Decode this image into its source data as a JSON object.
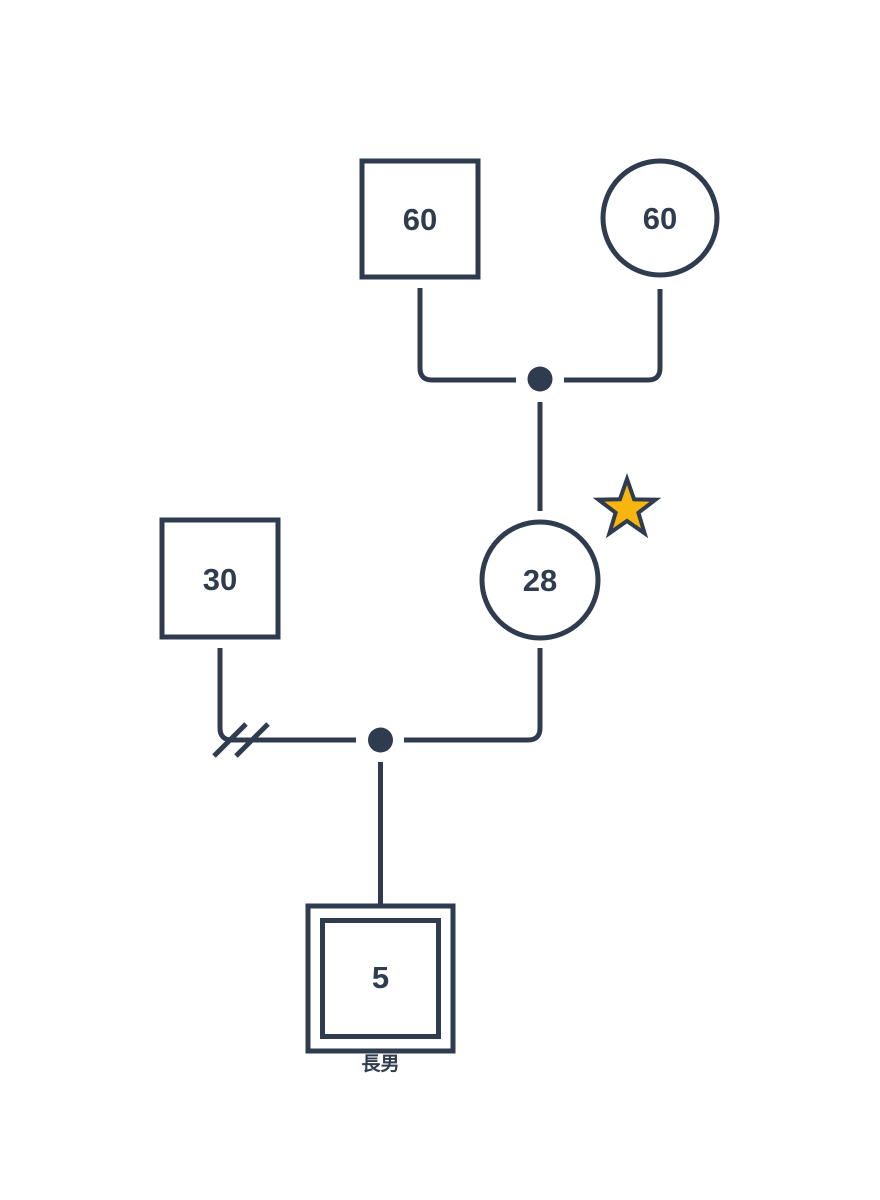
{
  "genogram": {
    "grandfather": {
      "age": "60",
      "shape": "square"
    },
    "grandmother": {
      "age": "60",
      "shape": "circle"
    },
    "mother": {
      "age": "28",
      "shape": "circle",
      "marker": "star"
    },
    "father": {
      "age": "30",
      "shape": "square"
    },
    "son": {
      "age": "5",
      "shape": "double-square",
      "label": "長男"
    },
    "unions": {
      "grandparents": "married",
      "parents": "separated"
    },
    "colors": {
      "line": "#2f3b4e",
      "star_fill": "#f6b60f",
      "background": "#ffffff"
    }
  }
}
